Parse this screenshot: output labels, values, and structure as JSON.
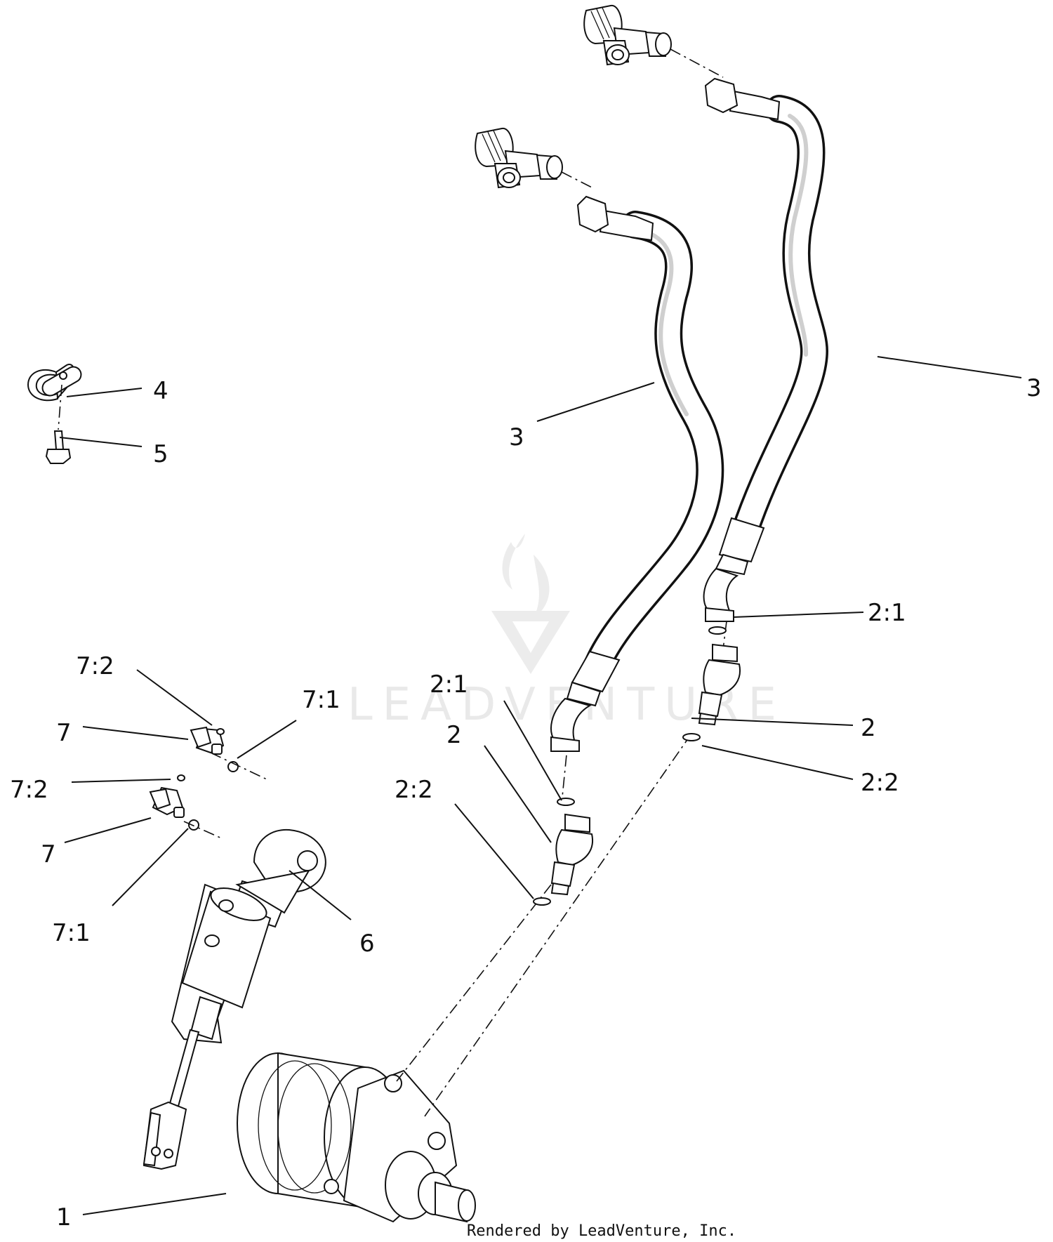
{
  "callouts": {
    "c1": "1",
    "c2a": "2",
    "c2b": "2",
    "c2_1a": "2:1",
    "c2_1b": "2:1",
    "c2_2a": "2:2",
    "c2_2b": "2:2",
    "c3a": "3",
    "c3b": "3",
    "c4": "4",
    "c5": "5",
    "c6": "6",
    "c7a": "7",
    "c7b": "7",
    "c7_1a": "7:1",
    "c7_1b": "7:1",
    "c7_2a": "7:2",
    "c7_2b": "7:2"
  },
  "footer": "Rendered by LeadVenture, Inc.",
  "watermark": "LEADVENTURE"
}
